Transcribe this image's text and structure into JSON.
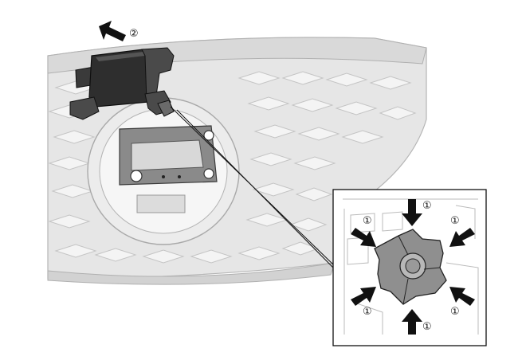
{
  "labels": {
    "step1": "①",
    "step2": "②"
  },
  "colors": {
    "grille_light": "#e4e4e4",
    "grille_edge": "#bdbdbd",
    "module_dark": "#2b2b2b",
    "bracket_gray": "#7a7a7a",
    "clip_gray": "#8c8c8c",
    "arrow": "#111111"
  },
  "icons": {
    "pull_direction": "arrow-up-left",
    "press_point": "arrow-inward"
  }
}
